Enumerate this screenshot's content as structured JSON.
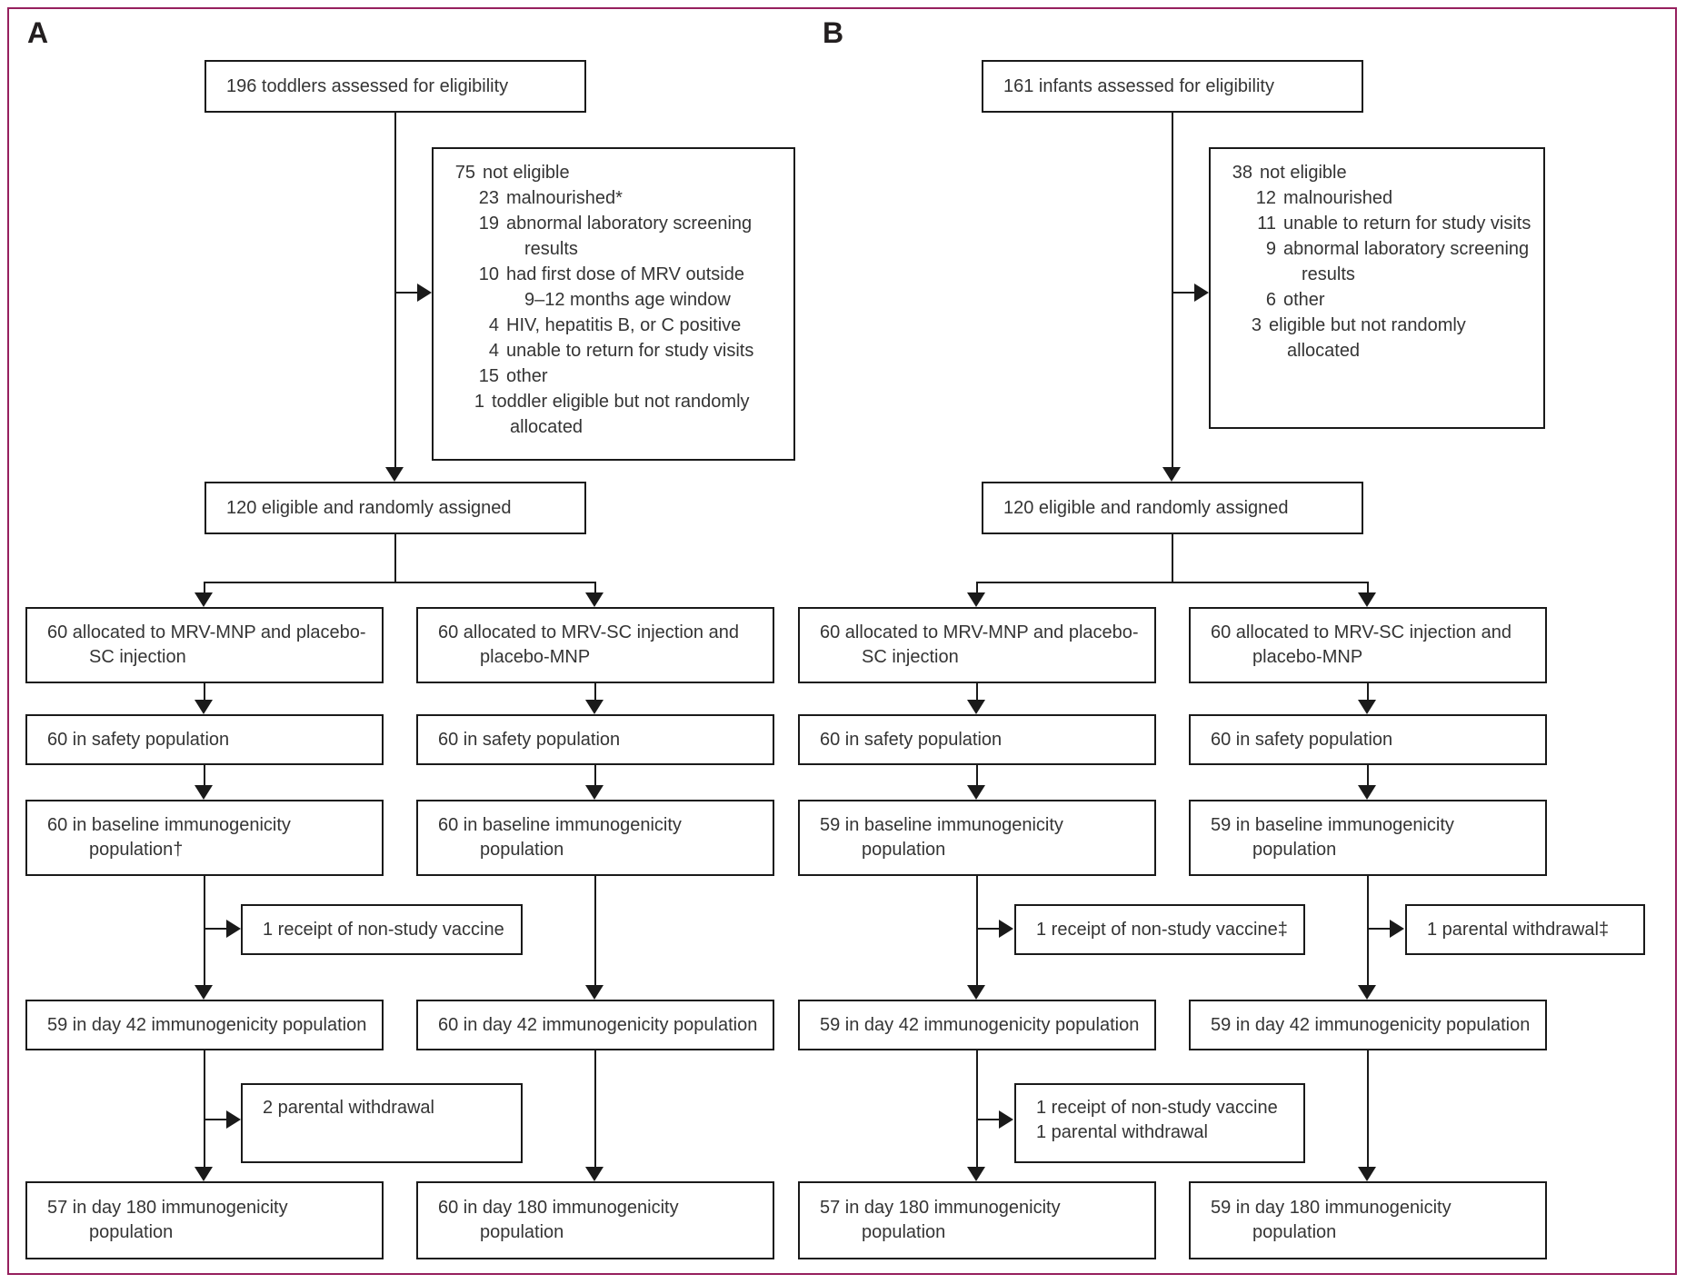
{
  "frame_color": "#96205e",
  "ink_color": "#1a1a1a",
  "text_color": "#343434",
  "panel_a": {
    "label": "A",
    "assessed": {
      "lines": [
        "196 toddlers assessed for eligibility"
      ]
    },
    "not_eligible": {
      "items": [
        {
          "n": "75",
          "t": "not eligible",
          "lv": 0
        },
        {
          "n": "23",
          "t": "malnourished*",
          "lv": 1
        },
        {
          "n": "19",
          "t": "abnormal laboratory screening",
          "lv": 1
        },
        {
          "n": "",
          "t": "results",
          "lv": 2
        },
        {
          "n": "10",
          "t": "had first dose of MRV outside",
          "lv": 1
        },
        {
          "n": "",
          "t": "9–12 months age window",
          "lv": 2
        },
        {
          "n": "4",
          "t": "HIV, hepatitis B, or C positive",
          "lv": 1
        },
        {
          "n": "4",
          "t": "unable to return for study visits",
          "lv": 1
        },
        {
          "n": "15",
          "t": "other",
          "lv": 1
        },
        {
          "n": "1",
          "t": "toddler eligible but not randomly",
          "lv": 3
        },
        {
          "n": "",
          "t": "allocated",
          "lv": 4
        }
      ]
    },
    "randomized": {
      "lines": [
        "120 eligible and randomly assigned"
      ]
    },
    "col1": {
      "allocated": {
        "lines": [
          "60 allocated to MRV-MNP and placebo-",
          "SC injection"
        ]
      },
      "safety": {
        "lines": [
          "60 in safety population"
        ]
      },
      "baseline": {
        "lines": [
          "60 in baseline immunogenicity",
          "population†"
        ]
      },
      "exclusion1": {
        "lines": [
          "1 receipt of non-study vaccine"
        ]
      },
      "day42": {
        "lines": [
          "59 in day 42 immunogenicity population"
        ]
      },
      "exclusion2": {
        "lines": [
          "2 parental withdrawal"
        ]
      },
      "day180": {
        "lines": [
          "57 in day 180 immunogenicity",
          "population"
        ]
      }
    },
    "col2": {
      "allocated": {
        "lines": [
          "60 allocated to MRV-SC injection and",
          "placebo-MNP"
        ]
      },
      "safety": {
        "lines": [
          "60 in safety population"
        ]
      },
      "baseline": {
        "lines": [
          "60 in baseline immunogenicity",
          "population"
        ]
      },
      "day42": {
        "lines": [
          "60 in day 42 immunogenicity population"
        ]
      },
      "day180": {
        "lines": [
          "60 in day 180 immunogenicity",
          "population"
        ]
      }
    }
  },
  "panel_b": {
    "label": "B",
    "assessed": {
      "lines": [
        "161 infants assessed for eligibility"
      ]
    },
    "not_eligible": {
      "items": [
        {
          "n": "38",
          "t": "not eligible",
          "lv": 0
        },
        {
          "n": "12",
          "t": "malnourished",
          "lv": 1
        },
        {
          "n": "11",
          "t": "unable to return for study visits",
          "lv": 1
        },
        {
          "n": "9",
          "t": "abnormal laboratory screening",
          "lv": 1
        },
        {
          "n": "",
          "t": "results",
          "lv": 2
        },
        {
          "n": "6",
          "t": "other",
          "lv": 1
        },
        {
          "n": "3",
          "t": "eligible but not randomly",
          "lv": 3
        },
        {
          "n": "",
          "t": "allocated",
          "lv": 4
        }
      ]
    },
    "randomized": {
      "lines": [
        "120 eligible and randomly assigned"
      ]
    },
    "col1": {
      "allocated": {
        "lines": [
          "60 allocated to MRV-MNP and placebo-",
          "SC injection"
        ]
      },
      "safety": {
        "lines": [
          "60 in safety population"
        ]
      },
      "baseline": {
        "lines": [
          "59 in baseline immunogenicity",
          "population"
        ]
      },
      "exclusion1": {
        "lines": [
          "1 receipt of non-study vaccine‡"
        ]
      },
      "day42": {
        "lines": [
          "59 in day 42 immunogenicity population"
        ]
      },
      "exclusion2": {
        "lines": [
          "1 receipt of non-study vaccine",
          "1 parental withdrawal"
        ]
      },
      "day180": {
        "lines": [
          "57 in day 180 immunogenicity",
          "population"
        ]
      }
    },
    "col2": {
      "allocated": {
        "lines": [
          "60 allocated to MRV-SC injection and",
          "placebo-MNP"
        ]
      },
      "safety": {
        "lines": [
          "60 in safety population"
        ]
      },
      "baseline": {
        "lines": [
          "59 in baseline immunogenicity",
          "population"
        ]
      },
      "exclusion1": {
        "lines": [
          "1 parental withdrawal‡"
        ]
      },
      "day42": {
        "lines": [
          "59 in day 42 immunogenicity population"
        ]
      },
      "day180": {
        "lines": [
          "59 in day 180 immunogenicity",
          "population"
        ]
      }
    }
  }
}
